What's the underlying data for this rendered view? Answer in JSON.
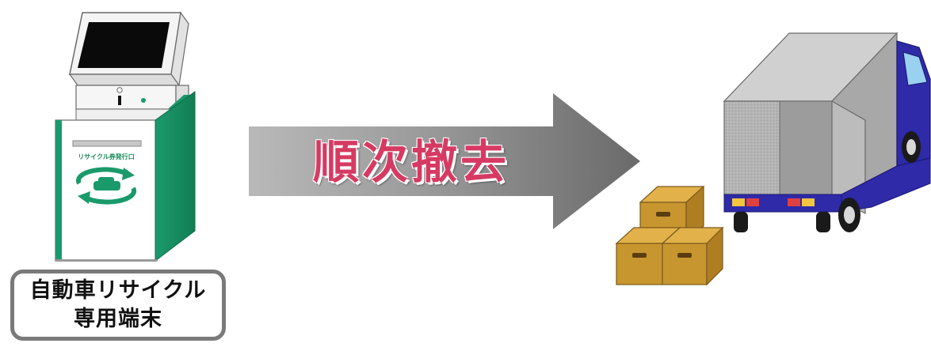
{
  "terminal": {
    "panel_text": "リサイクル券発行口",
    "label_line1": "自動車リサイクル",
    "label_line2": "専用端末"
  },
  "arrow": {
    "text": "順次撤去"
  },
  "colors": {
    "terminal_green": "#1a9a6a",
    "arrow_text": "#d63a62",
    "truck_blue": "#2e2aa8",
    "box_brown": "#c8962e"
  },
  "icons": [
    "kiosk-terminal-icon",
    "recycle-car-logo-icon",
    "right-arrow-icon",
    "cardboard-boxes-icon",
    "delivery-truck-icon"
  ]
}
